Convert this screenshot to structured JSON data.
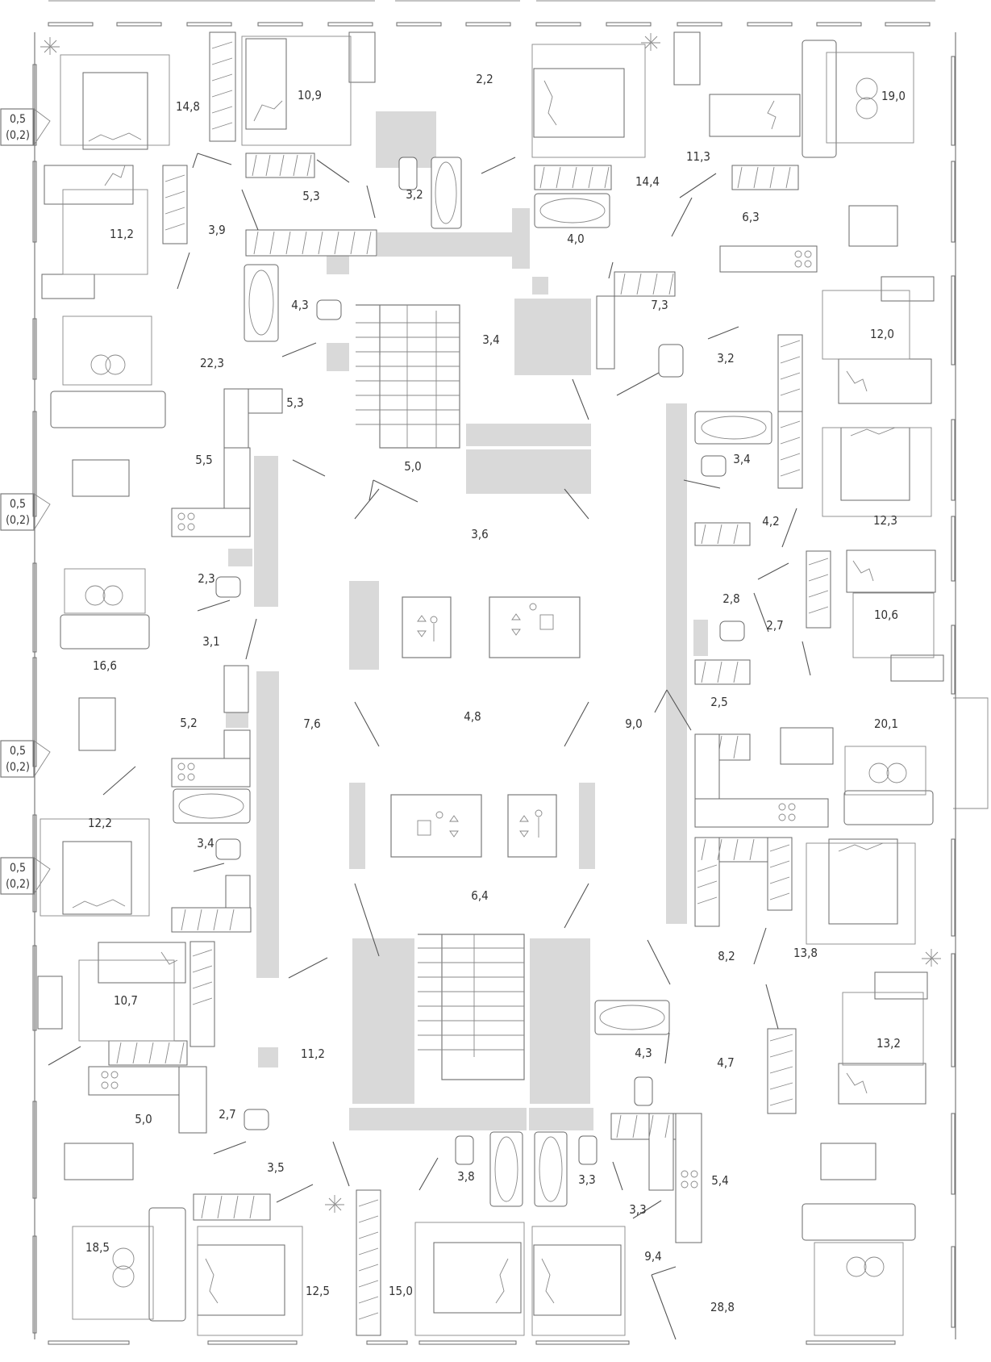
{
  "plan": {
    "room_areas": [
      "14,8",
      "10,9",
      "2,2",
      "11,3",
      "19,0",
      "11,2",
      "3,9",
      "5,3",
      "3,2",
      "14,4",
      "6,3",
      "4,0",
      "22,3",
      "4,3",
      "3,4",
      "7,3",
      "3,2",
      "12,0",
      "5,3",
      "5,5",
      "5,0",
      "3,4",
      "3,6",
      "4,2",
      "12,3",
      "2,3",
      "2,8",
      "10,6",
      "2,7",
      "3,1",
      "16,6",
      "7,6",
      "4,8",
      "9,0",
      "2,5",
      "5,2",
      "20,1",
      "12,2",
      "3,4",
      "6,4",
      "8,2",
      "13,8",
      "10,7",
      "11,2",
      "4,3",
      "4,7",
      "13,2",
      "5,0",
      "2,7",
      "3,5",
      "3,8",
      "3,3",
      "5,4",
      "3,3",
      "18,5",
      "12,5",
      "15,0",
      "9,4",
      "28,8"
    ],
    "balconies": [
      {
        "area": "0,5",
        "sub": "(0,2)"
      },
      {
        "area": "0,5",
        "sub": "(0,2)"
      },
      {
        "area": "0,5",
        "sub": "(0,2)"
      },
      {
        "area": "0,5",
        "sub": "(0,2)"
      }
    ],
    "icons": {
      "elevator": "elevator-icon",
      "freight_elevator": "freight-elevator-icon",
      "plant": "plant-icon",
      "bed": "bed-icon",
      "bathtub": "bathtub-icon",
      "toilet": "toilet-icon",
      "sofa": "sofa-icon",
      "dining_table": "dining-table-icon",
      "wardrobe": "wardrobe-icon",
      "stair": "stair-icon"
    }
  }
}
